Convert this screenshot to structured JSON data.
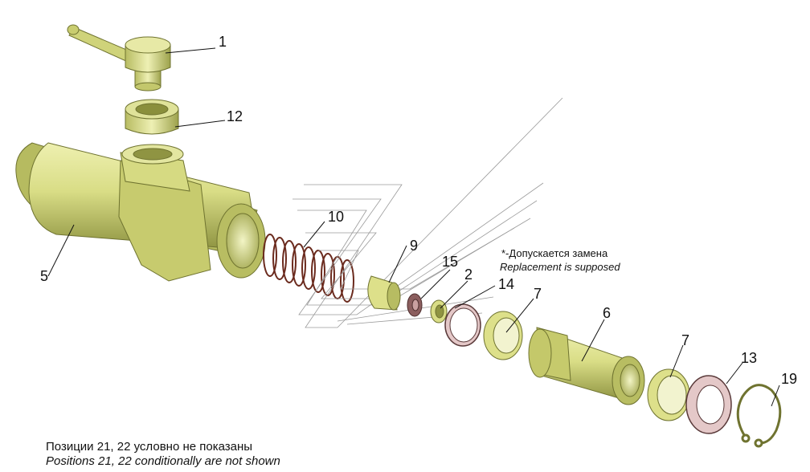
{
  "callouts": {
    "c1": "1",
    "c12": "12",
    "c5": "5",
    "c10": "10",
    "c9": "9",
    "c15": "15",
    "c2": "2",
    "c14": "14",
    "c7a": "7",
    "c6": "6",
    "c7b": "7",
    "c13": "13",
    "c19": "19"
  },
  "note": {
    "ru": "*-Допускается замена",
    "en": "Replacement is supposed"
  },
  "caption": {
    "ru": "Позиции 21, 22 условно не показаны",
    "en": "Positions 21, 22 conditionally are not shown"
  },
  "colors": {
    "part_fill": "#dde08a",
    "part_shade": "#a8ad55",
    "part_dark": "#6f7330",
    "ring_fill": "#e4c8c8",
    "ring_dark": "#5a3a3a"
  }
}
